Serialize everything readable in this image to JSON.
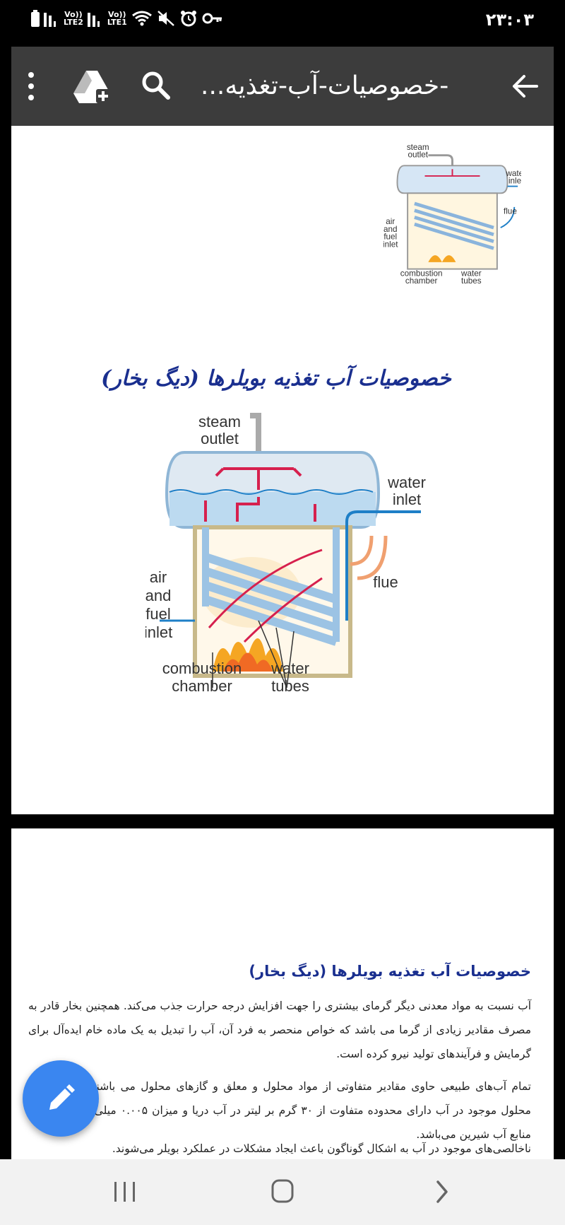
{
  "status_bar": {
    "net1_top": "Vo))",
    "net1_bottom": "LTE2",
    "net2_top": "Vo))",
    "net2_bottom": "LTE1",
    "time": "۲۳:۰۳"
  },
  "toolbar": {
    "title": "...خصوصیات-آب-تغذیه-",
    "icons": [
      "more-vert-icon",
      "drive-add-icon",
      "search-icon",
      "back-arrow-icon"
    ]
  },
  "page1": {
    "styled_heading": "خصوصیات آب تغذیه بویلرها (دیگ بخار)",
    "small_diagram": {
      "steam_outlet": [
        "steam",
        "outlet"
      ],
      "water_inlet": [
        "water",
        "inlet"
      ],
      "flue": "flue",
      "air_fuel_inlet": [
        "air",
        "and",
        "fuel",
        "inlet"
      ],
      "combustion_chamber": [
        "combustion",
        "chamber"
      ],
      "water_tubes": [
        "water",
        "tubes"
      ]
    },
    "big_diagram": {
      "steam_outlet": [
        "steam",
        "outlet"
      ],
      "water_inlet": [
        "water",
        "inlet"
      ],
      "flue": "flue",
      "air_fuel_inlet": [
        "air",
        "and",
        "fuel",
        "inlet"
      ],
      "combustion_chamber": [
        "combustion",
        "chamber"
      ],
      "water_tubes": [
        "water",
        "tubes"
      ]
    }
  },
  "page2": {
    "heading": "خصوصیات آب تغذیه بویلرها (دیگ بخار)",
    "paragraphs": [
      "آب نسبت به مواد معدنی دیگر گرمای بیشتری را جهت افزایش درجه حرارت جذب می‌کند. همچنین بخار قادر به مصرف مقادیر زیادی از گرما می باشد که خواص منحصر به فرد آن، آب را تبدیل به یک ماده خام ایده‌آل برای گرمایش و فرآیندهای تولید نیرو کرده است.",
      "تمام آب‌های طبیعی حاوی مقادیر متفاوتی از مواد محلول و معلق و گازهای محلول می باشند. مواد معدنی محلول موجود در آب دارای محدوده متفاوت از ۳۰ گرم بر لیتر در آب دریا و میزان ۰.۰۰۵ میلی‌گرم بر لیتر در منابع آب شیرین می‌باشد.",
      "ناخالصی‌های موجود در آب به اشکال گوناگون باعث ایجاد مشکلات در عملکرد بویلر می‌شوند."
    ]
  },
  "fab": {
    "icon": "edit-pencil-icon"
  },
  "nav_bar": {
    "icons": [
      "recents-icon",
      "home-icon",
      "back-chevron-icon"
    ]
  }
}
